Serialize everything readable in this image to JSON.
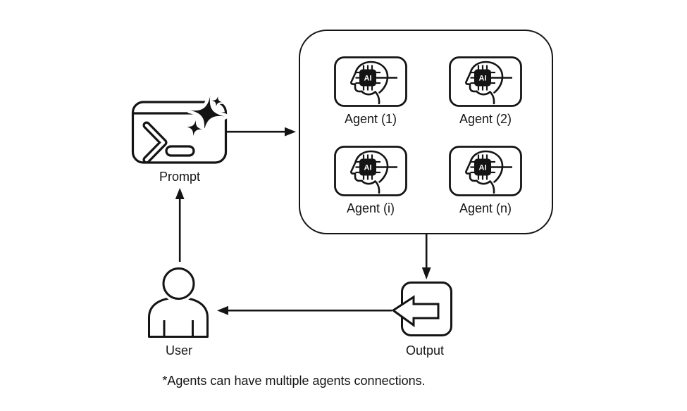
{
  "canvas": {
    "background": "#ffffff",
    "ink": "#141414"
  },
  "nodes": {
    "prompt": {
      "label": "Prompt",
      "icon": "terminal-sparkles-icon"
    },
    "agents": {
      "chip_label": "AI",
      "items": [
        {
          "label": "Agent (1)"
        },
        {
          "label": "Agent (2)"
        },
        {
          "label": "Agent (i)"
        },
        {
          "label": "Agent (n)"
        }
      ]
    },
    "output": {
      "label": "Output",
      "icon": "export-left-arrow-icon"
    },
    "user": {
      "label": "User",
      "icon": "person-icon"
    }
  },
  "edges": [
    {
      "from": "Prompt",
      "to": "Agents",
      "direction": "right"
    },
    {
      "from": "Agents",
      "to": "Output",
      "direction": "down"
    },
    {
      "from": "Output",
      "to": "User",
      "direction": "left"
    },
    {
      "from": "User",
      "to": "Prompt",
      "direction": "up"
    }
  ],
  "footnote": "*Agents can have multiple agents connections."
}
